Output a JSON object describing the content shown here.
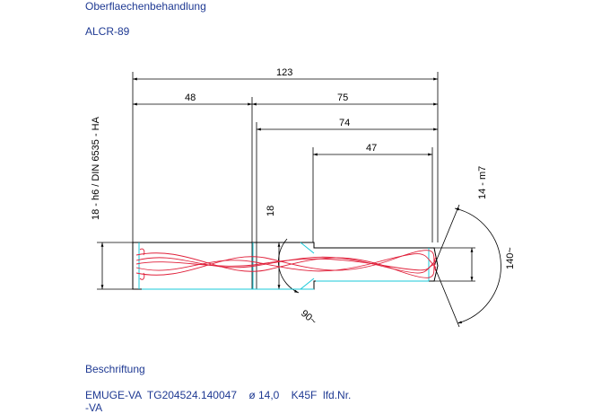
{
  "header": {
    "surface_label": "Oberflaechenbehandlung",
    "coating": "ALCR-89"
  },
  "drawing": {
    "shank_spec": "18 - h6 / DIN 6535 - HA",
    "cut_spec": "14 - m7",
    "dimensions": {
      "overall_length": "123",
      "shank_length": "48",
      "flute_section": "75",
      "cut_length": "74",
      "step_length": "47",
      "shank_diameter": "18",
      "chamfer_angle": "90~",
      "point_angle": "140~"
    },
    "colors": {
      "outline": "#000000",
      "flute": "#e0203a",
      "edge": "#18c8d8",
      "text_blue": "#1f3a93"
    }
  },
  "footer": {
    "label_heading": "Beschriftung",
    "label_line1": "EMUGE-VA  TG204524.140047    ø 14,0    K45F  lfd.Nr.",
    "label_line2": "-VA"
  }
}
